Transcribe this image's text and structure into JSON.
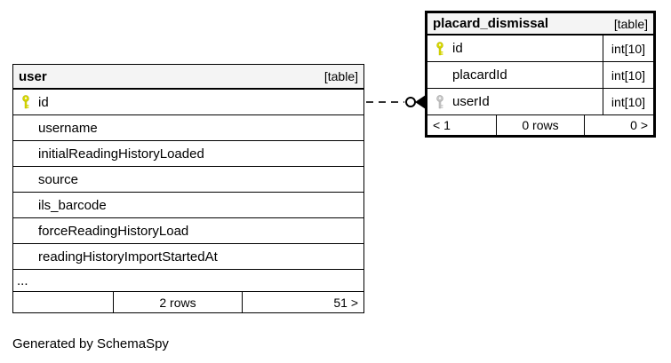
{
  "diagram": {
    "generator_note": "Generated by SchemaSpy",
    "colors": {
      "background": "#ffffff",
      "header_bg": "#f4f4f4",
      "border": "#000000",
      "primary_key_icon": "#d9d900",
      "foreign_key_icon": "#c0c0c0",
      "connector": "#333333"
    },
    "tables": {
      "user": {
        "name": "user",
        "badge": "[table]",
        "columns": [
          {
            "name": "id",
            "key": "primary"
          },
          {
            "name": "username"
          },
          {
            "name": "initialReadingHistoryLoaded"
          },
          {
            "name": "source"
          },
          {
            "name": "ils_barcode"
          },
          {
            "name": "forceReadingHistoryLoad"
          },
          {
            "name": "readingHistoryImportStartedAt"
          }
        ],
        "ellipsis": "...",
        "footer": {
          "left": "",
          "center": "2 rows",
          "right": "51 >"
        }
      },
      "placard_dismissal": {
        "name": "placard_dismissal",
        "badge": "[table]",
        "columns": [
          {
            "name": "id",
            "type": "int[10]",
            "key": "primary"
          },
          {
            "name": "placardId",
            "type": "int[10]"
          },
          {
            "name": "userId",
            "type": "int[10]",
            "key": "foreign"
          }
        ],
        "footer": {
          "left": "< 1",
          "center": "0 rows",
          "right": "0 >"
        }
      }
    },
    "relationship": {
      "from": "user.id",
      "to": "placard_dismissal.userId",
      "style": "dashed"
    }
  }
}
